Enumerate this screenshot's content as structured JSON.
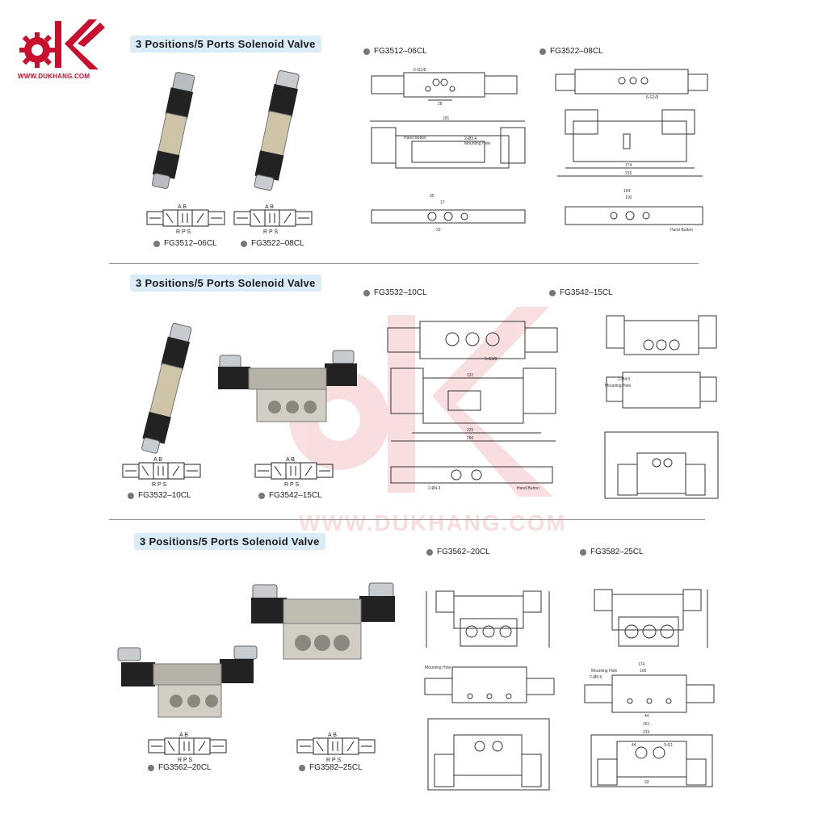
{
  "brand": {
    "url": "WWW.DUKHANG.COM",
    "accent": "#c8102e",
    "watermark_text": "WWW.DUKHANG.COM"
  },
  "sections": [
    {
      "title": "3 Positions/5 Ports Solenoid Valve",
      "product_captions": [
        "FG3512–06CL",
        "FG3522–08CL"
      ],
      "drawing_labels": [
        "FG3512–06CL",
        "FG3522–08CL"
      ],
      "symbol_label": "R P S",
      "symbol_ports": "A  B"
    },
    {
      "title": "3 Positions/5 Ports Solenoid Valve",
      "product_captions": [
        "FG3532–10CL",
        "FG3542–15CL"
      ],
      "drawing_labels": [
        "FG3532–10CL",
        "FG3542–15CL"
      ],
      "symbol_label": "R P S",
      "symbol_ports": "A  B"
    },
    {
      "title": "3 Positions/5 Ports Solenoid Valve",
      "product_captions": [
        "FG3562–20CL",
        "FG3582–25CL"
      ],
      "drawing_labels": [
        "FG3562–20CL",
        "FG3582–25CL"
      ],
      "symbol_label": "R P S",
      "symbol_ports": "A  B"
    }
  ],
  "dims": {
    "d1": [
      "5-G1/8",
      "28",
      "181",
      "Hand Button",
      "2-Ø3.4",
      "Mounting Hole",
      "35",
      "17",
      "23"
    ],
    "d2": [
      "6-G1/8",
      "174",
      "215",
      "154",
      "100",
      "Hand Button"
    ],
    "d3": [
      "5-G3/8",
      "131",
      "225",
      "260",
      "2-Ø4.3",
      "Hand Button"
    ],
    "d4": [
      "Mounting Hole",
      "2-Ø4.5"
    ],
    "d5": [
      "Mounting Hole"
    ],
    "d6": [
      "174",
      "100",
      "44",
      "261",
      "215",
      "93",
      "2-Ø6.5",
      "Mounting Hole",
      "3-G1"
    ]
  }
}
